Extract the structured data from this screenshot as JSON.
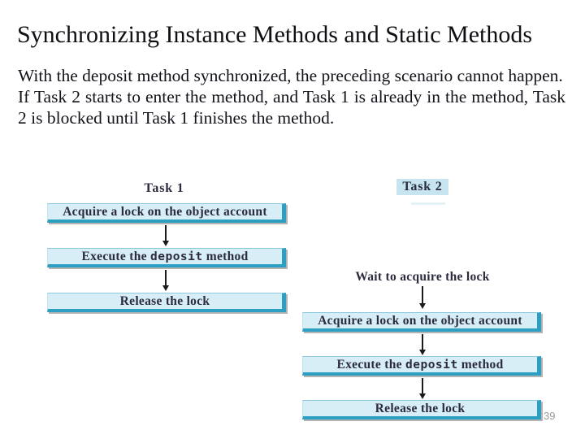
{
  "slide": {
    "title": "Synchronizing Instance Methods and Static Methods",
    "paragraphs": [
      "With the deposit method synchronized, the preceding scenario cannot happen.",
      "If Task 2 starts to enter the method, and Task 1 is already in the method, Task 2 is blocked until Task 1 finishes the method."
    ],
    "page_number": "39"
  },
  "diagram": {
    "task1": {
      "label": "Task 1",
      "steps": [
        {
          "prefix": "Acquire a lock on the object account",
          "code": "",
          "suffix": ""
        },
        {
          "prefix": "Execute the ",
          "code": "deposit",
          "suffix": " method"
        },
        {
          "prefix": "Release the lock",
          "code": "",
          "suffix": ""
        }
      ]
    },
    "task2": {
      "label": "Task 2",
      "wait_text": "Wait to acquire the lock",
      "steps": [
        {
          "prefix": "Acquire a lock on the object account",
          "code": "",
          "suffix": ""
        },
        {
          "prefix": "Execute the ",
          "code": "deposit",
          "suffix": " method"
        },
        {
          "prefix": "Release the lock",
          "code": "",
          "suffix": ""
        }
      ]
    },
    "colors": {
      "box_fill": "#d8eef7",
      "box_edge": "#2d9fc2",
      "task2_highlight": "#c7e5f1",
      "diagram_text": "#2b2b3e",
      "shadow": "#828282"
    }
  }
}
